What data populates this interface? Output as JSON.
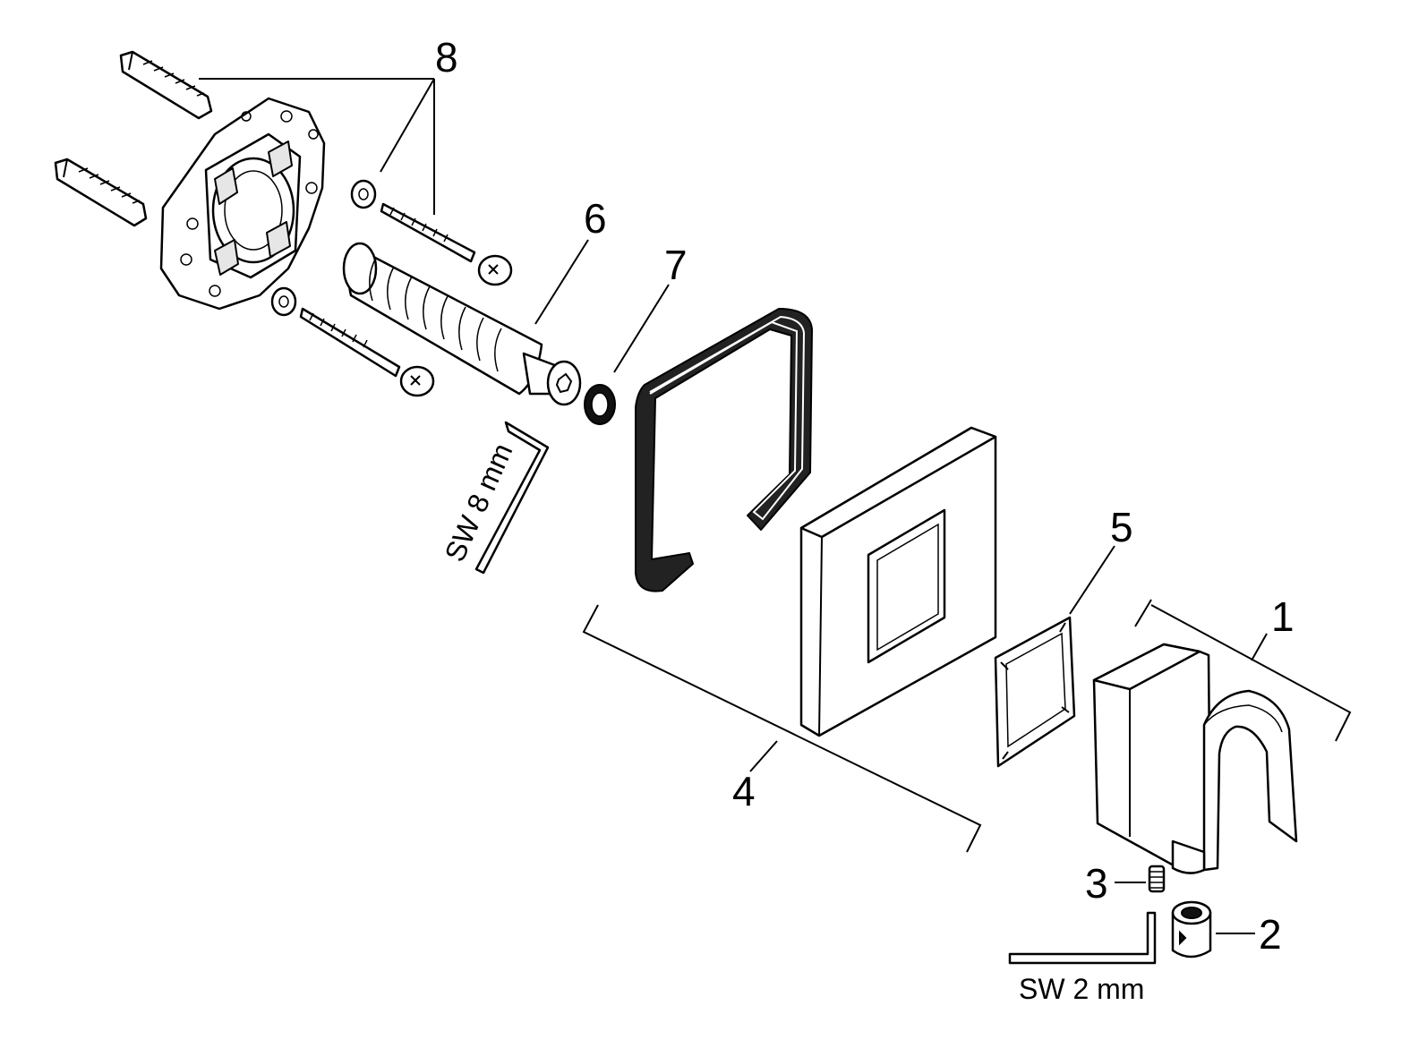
{
  "callouts": {
    "c1": "1",
    "c2": "2",
    "c3": "3",
    "c4": "4",
    "c5": "5",
    "c6": "6",
    "c7": "7",
    "c8": "8"
  },
  "tools": {
    "hex_key_large": "SW 8 mm",
    "hex_key_small": "SW 2 mm"
  }
}
